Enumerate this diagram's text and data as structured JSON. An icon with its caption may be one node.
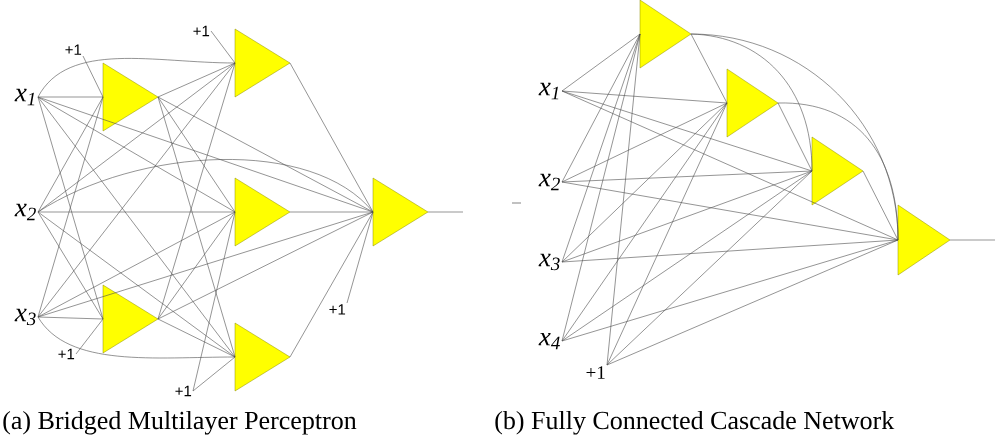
{
  "diagram": {
    "nodes": [
      {
        "text": [
          "x$_{1}$"
        ]
      },
      {
        "text": [
          "x$_{2}$"
        ]
      },
      {
        "text": [
          "x$_{3}$"
        ]
      },
      {
        "text": [
          "+1"
        ]
      },
      {
        "text": [
          "+1"
        ]
      },
      {
        "text": [
          "+1"
        ]
      },
      {
        "text": [
          "+1"
        ]
      },
      {
        "text": [
          "+1"
        ]
      },
      {
        "text": [],
        "shape": "triangle"
      },
      {
        "text": [],
        "shape": "triangle"
      },
      {
        "text": [],
        "shape": "triangle"
      },
      {
        "text": [],
        "shape": "triangle"
      },
      {
        "text": [],
        "shape": "triangle"
      },
      {
        "text": [],
        "shape": "triangle"
      },
      {
        "text": [
          "x$_{1}$"
        ]
      },
      {
        "text": [
          "x$_{2}$"
        ]
      },
      {
        "text": [
          "x$_{3}$"
        ]
      },
      {
        "text": [
          "x$_{4}$"
        ]
      },
      {
        "text": [
          "+1"
        ]
      },
      {
        "text": [],
        "shape": "triangle"
      },
      {
        "text": [],
        "shape": "triangle"
      },
      {
        "text": [],
        "shape": "triangle"
      },
      {
        "text": [],
        "shape": "triangle"
      }
    ],
    "edges": [
      {
        "from": 0,
        "to": 8,
        "arrow": "none"
      },
      {
        "from": 0,
        "to": 9,
        "arrow": "none"
      },
      {
        "from": 0,
        "to": 10,
        "arrow": "none"
      },
      {
        "from": 0,
        "to": 11,
        "arrow": "none"
      },
      {
        "from": 0,
        "to": 12,
        "arrow": "none"
      },
      {
        "from": 0,
        "to": 13,
        "arrow": "none"
      },
      {
        "from": 1,
        "to": 8,
        "arrow": "none"
      },
      {
        "from": 1,
        "to": 9,
        "arrow": "none"
      },
      {
        "from": 1,
        "to": 10,
        "arrow": "none"
      },
      {
        "from": 1,
        "to": 11,
        "arrow": "none"
      },
      {
        "from": 1,
        "to": 12,
        "arrow": "none"
      },
      {
        "from": 1,
        "to": 13,
        "arrow": "none"
      },
      {
        "from": 2,
        "to": 8,
        "arrow": "none"
      },
      {
        "from": 2,
        "to": 9,
        "arrow": "none"
      },
      {
        "from": 2,
        "to": 10,
        "arrow": "none"
      },
      {
        "from": 2,
        "to": 11,
        "arrow": "none"
      },
      {
        "from": 2,
        "to": 12,
        "arrow": "none"
      },
      {
        "from": 2,
        "to": 13,
        "arrow": "none"
      },
      {
        "from": 8,
        "to": 10,
        "arrow": "none"
      },
      {
        "from": 8,
        "to": 11,
        "arrow": "none"
      },
      {
        "from": 8,
        "to": 12,
        "arrow": "none"
      },
      {
        "from": 8,
        "to": 13,
        "arrow": "none"
      },
      {
        "from": 9,
        "to": 10,
        "arrow": "none"
      },
      {
        "from": 9,
        "to": 11,
        "arrow": "none"
      },
      {
        "from": 9,
        "to": 12,
        "arrow": "none"
      },
      {
        "from": 9,
        "to": 13,
        "arrow": "none"
      },
      {
        "from": 10,
        "to": 13,
        "arrow": "none"
      },
      {
        "from": 11,
        "to": 13,
        "arrow": "none"
      },
      {
        "from": 12,
        "to": 13,
        "arrow": "none"
      },
      {
        "from": 3,
        "to": 8,
        "arrow": "none"
      },
      {
        "from": 4,
        "to": 9,
        "arrow": "none"
      },
      {
        "from": 5,
        "to": 10,
        "arrow": "none"
      },
      {
        "from": 6,
        "to": 11,
        "arrow": "none"
      },
      {
        "from": 6,
        "to": 12,
        "arrow": "none"
      },
      {
        "from": 7,
        "to": 13,
        "arrow": "none"
      },
      {
        "from": 13,
        "to": null,
        "arrow": "none"
      },
      {
        "from": 14,
        "to": 19,
        "arrow": "none"
      },
      {
        "from": 14,
        "to": 20,
        "arrow": "none"
      },
      {
        "from": 14,
        "to": 21,
        "arrow": "none"
      },
      {
        "from": 14,
        "to": 22,
        "arrow": "none"
      },
      {
        "from": 15,
        "to": 19,
        "arrow": "none"
      },
      {
        "from": 15,
        "to": 20,
        "arrow": "none"
      },
      {
        "from": 15,
        "to": 21,
        "arrow": "none"
      },
      {
        "from": 15,
        "to": 22,
        "arrow": "none"
      },
      {
        "from": 16,
        "to": 19,
        "arrow": "none"
      },
      {
        "from": 16,
        "to": 20,
        "arrow": "none"
      },
      {
        "from": 16,
        "to": 21,
        "arrow": "none"
      },
      {
        "from": 16,
        "to": 22,
        "arrow": "none"
      },
      {
        "from": 17,
        "to": 19,
        "arrow": "none"
      },
      {
        "from": 17,
        "to": 20,
        "arrow": "none"
      },
      {
        "from": 17,
        "to": 21,
        "arrow": "none"
      },
      {
        "from": 17,
        "to": 22,
        "arrow": "none"
      },
      {
        "from": 18,
        "to": 19,
        "arrow": "none"
      },
      {
        "from": 18,
        "to": 20,
        "arrow": "none"
      },
      {
        "from": 18,
        "to": 21,
        "arrow": "none"
      },
      {
        "from": 18,
        "to": 22,
        "arrow": "none"
      },
      {
        "from": 19,
        "to": 20,
        "arrow": "none"
      },
      {
        "from": 19,
        "to": 21,
        "arrow": "none"
      },
      {
        "from": 19,
        "to": 22,
        "arrow": "none"
      },
      {
        "from": 20,
        "to": 21,
        "arrow": "none"
      },
      {
        "from": 20,
        "to": 22,
        "arrow": "none"
      },
      {
        "from": 21,
        "to": 22,
        "arrow": "none"
      },
      {
        "from": 22,
        "to": null,
        "arrow": "none"
      }
    ],
    "labels": [
      "(a) Bridged Multilayer Perceptron",
      "(b) Fully Connected Cascade Network"
    ]
  }
}
